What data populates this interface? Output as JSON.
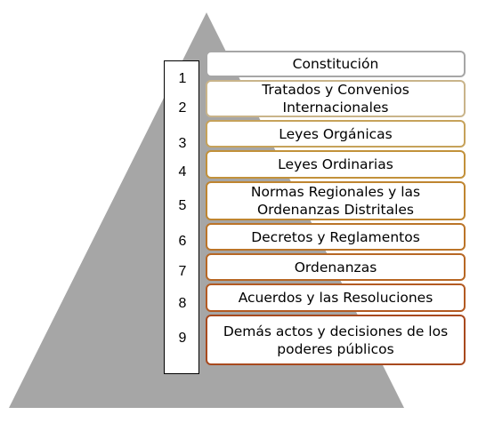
{
  "diagram": {
    "pyramid_color": "#a6a6a6",
    "levels": [
      {
        "number": "1",
        "label": "Constitución",
        "border_color": "#a6a6a6"
      },
      {
        "number": "2",
        "label": "Tratados y Convenios Internacionales",
        "border_color": "#c9b48a"
      },
      {
        "number": "3",
        "label": "Leyes Orgánicas",
        "border_color": "#c6a25a"
      },
      {
        "number": "4",
        "label": "Leyes Ordinarias",
        "border_color": "#c2913a"
      },
      {
        "number": "5",
        "label": "Normas Regionales y las Ordenanzas Distritales",
        "border_color": "#bf8530"
      },
      {
        "number": "6",
        "label": "Decretos y Reglamentos",
        "border_color": "#bb7428"
      },
      {
        "number": "7",
        "label": "Ordenanzas",
        "border_color": "#b76724"
      },
      {
        "number": "8",
        "label": "Acuerdos y las Resoluciones",
        "border_color": "#b35a22"
      },
      {
        "number": "9",
        "label": "Demás actos y decisiones de los poderes públicos",
        "border_color": "#a8491e"
      }
    ]
  }
}
